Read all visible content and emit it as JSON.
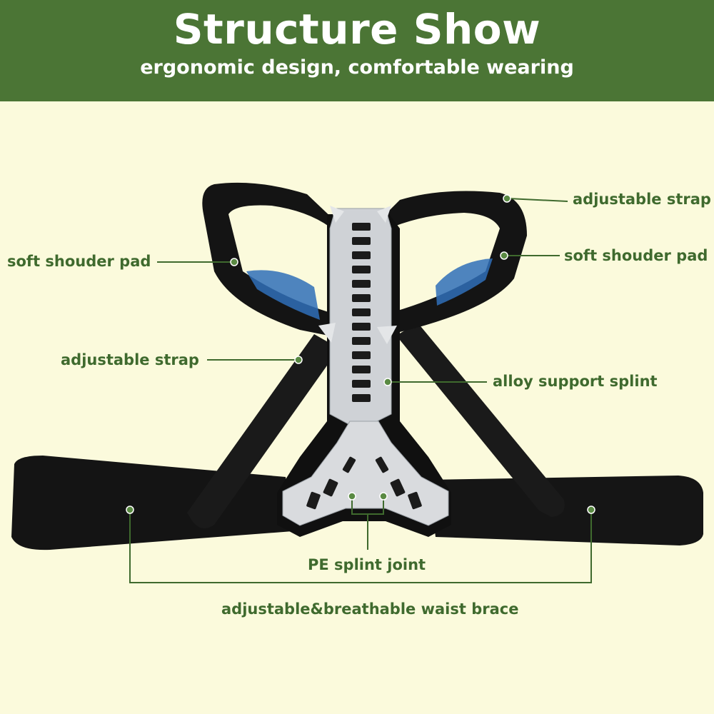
{
  "header": {
    "title": "Structure Show",
    "subtitle": "ergonomic design, comfortable wearing"
  },
  "labels": {
    "adjustable_strap_top": "adjustable strap",
    "soft_pad_left": "soft shouder pad",
    "soft_pad_right": "soft shouder pad",
    "adjustable_strap_left": "adjustable strap",
    "alloy_splint": "alloy support splint",
    "pe_joint": "PE splint joint",
    "waist_brace": "adjustable&breathable waist brace"
  },
  "colors": {
    "banner": "#4b7535",
    "background": "#fbfadc",
    "label_text": "#3f6a2e",
    "strap": "#141414",
    "splint": "#cfd2d6",
    "pad_accent": "#2f6fb8"
  }
}
